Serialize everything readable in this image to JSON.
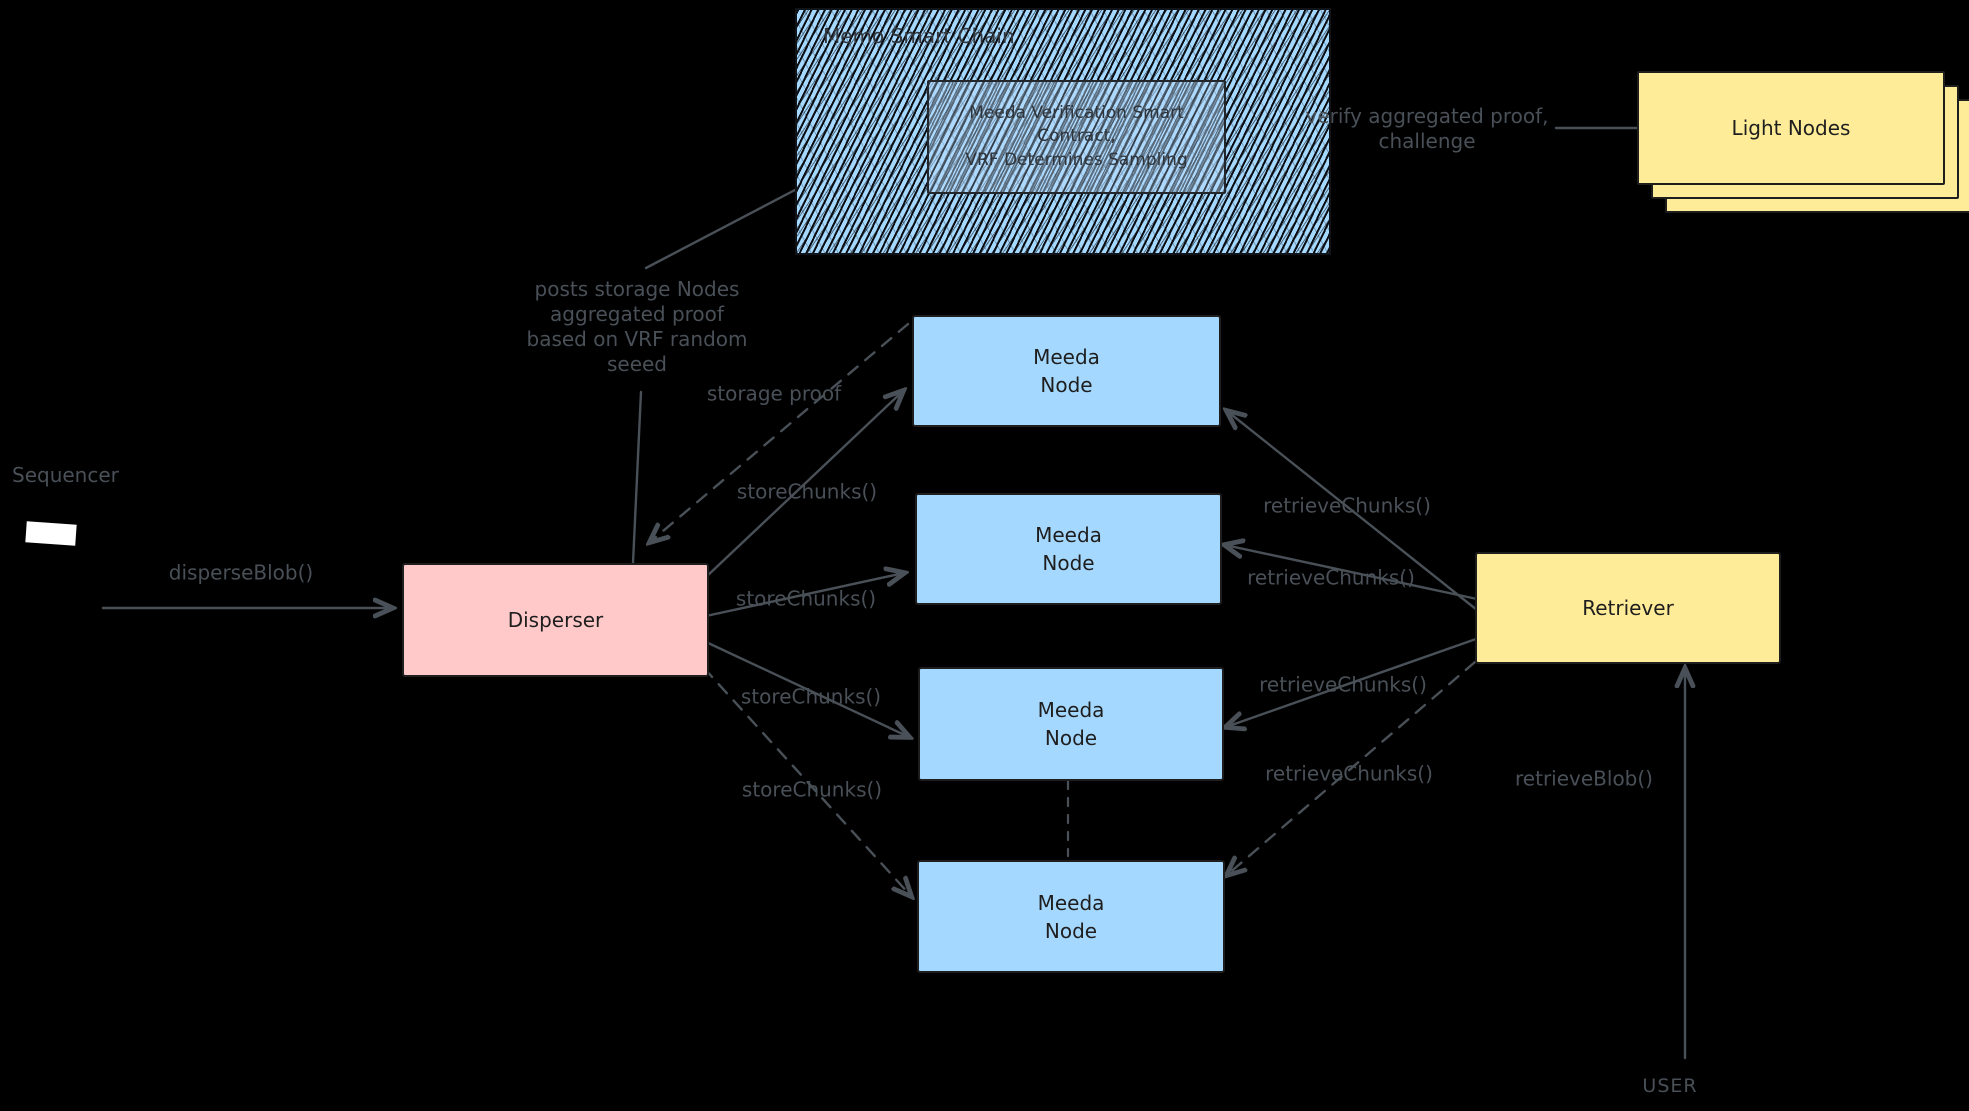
{
  "diagram": {
    "chain": {
      "title": "Memo Smart Chain",
      "contract": "Meeda Verification Smart\nContract,\nVRF Determines Sampling"
    },
    "light_nodes": {
      "label": "Light Nodes"
    },
    "sequencer": {
      "label": "Sequencer"
    },
    "disperser": {
      "label": "Disperser"
    },
    "retriever": {
      "label": "Retriever"
    },
    "nodes": [
      {
        "label": "Meeda\nNode"
      },
      {
        "label": "Meeda\nNode"
      },
      {
        "label": "Meeda\nNode"
      },
      {
        "label": "Meeda\nNode"
      }
    ],
    "labels": {
      "disperse_blob": "disperseBlob()",
      "store_chunks": "storeChunks()",
      "retrieve_chunks": "retrieveChunks()",
      "storage_proof": "storage proof",
      "posts_proof": "posts storage Nodes\naggregated proof\nbased on VRF random\nseeed",
      "verify_proof": "verify aggregated proof,\nchallenge",
      "retrieve_blob": "retrieveBlob()",
      "user": "USER"
    },
    "colors": {
      "node_blue": "#a5d8ff",
      "yellow": "#ffec99",
      "pink": "#ffc9c9",
      "stroke_dark": "#1e1e1e",
      "label_gray": "#495057",
      "background": "#000000",
      "white_shape": "#ffffff"
    }
  }
}
